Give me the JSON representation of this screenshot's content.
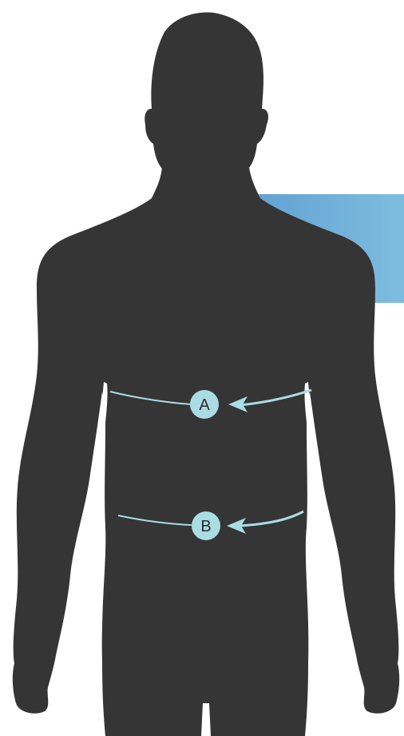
{
  "colors": {
    "background": "#ffffff",
    "silhouette": "#353535",
    "accent_light": "#a9dde3",
    "marker_text": "#2c2c2c",
    "panel_start": "#5f9fd0",
    "panel_end": "#7fbddf"
  },
  "markers": [
    {
      "id": "chest",
      "label": "A"
    },
    {
      "id": "waist",
      "label": "B"
    }
  ],
  "icons": {
    "body": "human-body-silhouette",
    "arrow": "arrow-left-icon"
  }
}
